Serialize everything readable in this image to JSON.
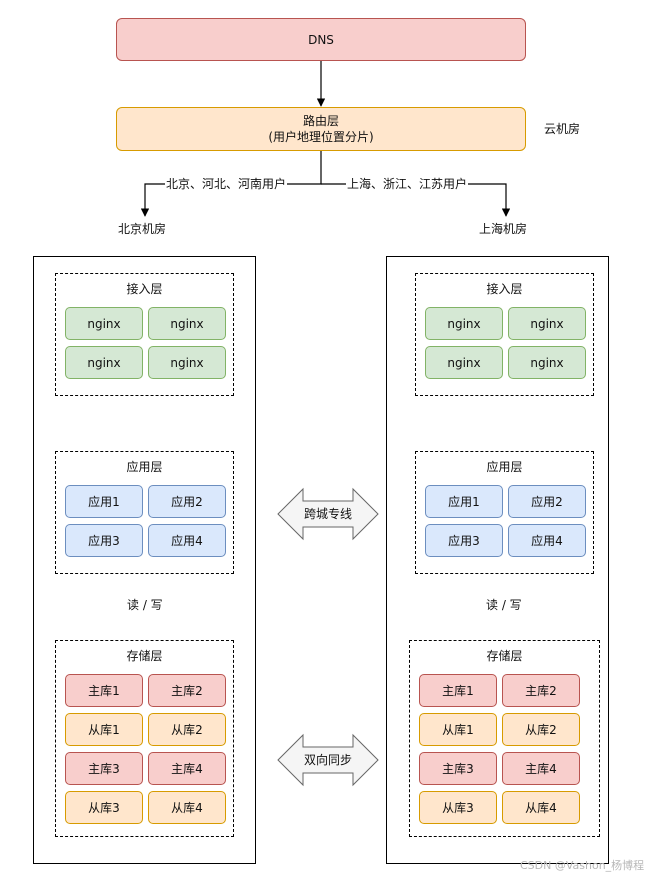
{
  "dns": {
    "label": "DNS"
  },
  "router": {
    "title": "路由层",
    "subtitle": "(用户地理位置分片)"
  },
  "cloud_label": "云机房",
  "routes": {
    "left": "北京、河北、河南用户",
    "right": "上海、浙江、江苏用户"
  },
  "datacenters": [
    {
      "name": "北京机房",
      "access": {
        "title": "接入层",
        "nodes": [
          "nginx",
          "nginx",
          "nginx",
          "nginx"
        ]
      },
      "app": {
        "title": "应用层",
        "nodes": [
          "应用1",
          "应用2",
          "应用3",
          "应用4"
        ]
      },
      "rw_label": "读 / 写",
      "storage": {
        "title": "存储层",
        "nodes": [
          "主库1",
          "主库2",
          "从库1",
          "从库2",
          "主库3",
          "主库4",
          "从库3",
          "从库4"
        ]
      }
    },
    {
      "name": "上海机房",
      "access": {
        "title": "接入层",
        "nodes": [
          "nginx",
          "nginx",
          "nginx",
          "nginx"
        ]
      },
      "app": {
        "title": "应用层",
        "nodes": [
          "应用1",
          "应用2",
          "应用3",
          "应用4"
        ]
      },
      "rw_label": "读 / 写",
      "storage": {
        "title": "存储层",
        "nodes": [
          "主库1",
          "主库2",
          "从库1",
          "从库2",
          "主库3",
          "主库4",
          "从库3",
          "从库4"
        ]
      }
    }
  ],
  "links": {
    "dedicated_line": "跨城专线",
    "bidirectional_sync": "双向同步"
  },
  "watermark": "CSDN @Vashon_杨博程",
  "colors": {
    "red_fill": "#f8cecc",
    "red_stroke": "#b85450",
    "orange_fill": "#ffe6cc",
    "orange_stroke": "#d79b00",
    "green_fill": "#d5e8d4",
    "green_stroke": "#82b366",
    "blue_fill": "#dae8fc",
    "blue_stroke": "#6c8ebf",
    "grey_fill": "#f5f5f5",
    "grey_stroke": "#666666"
  }
}
